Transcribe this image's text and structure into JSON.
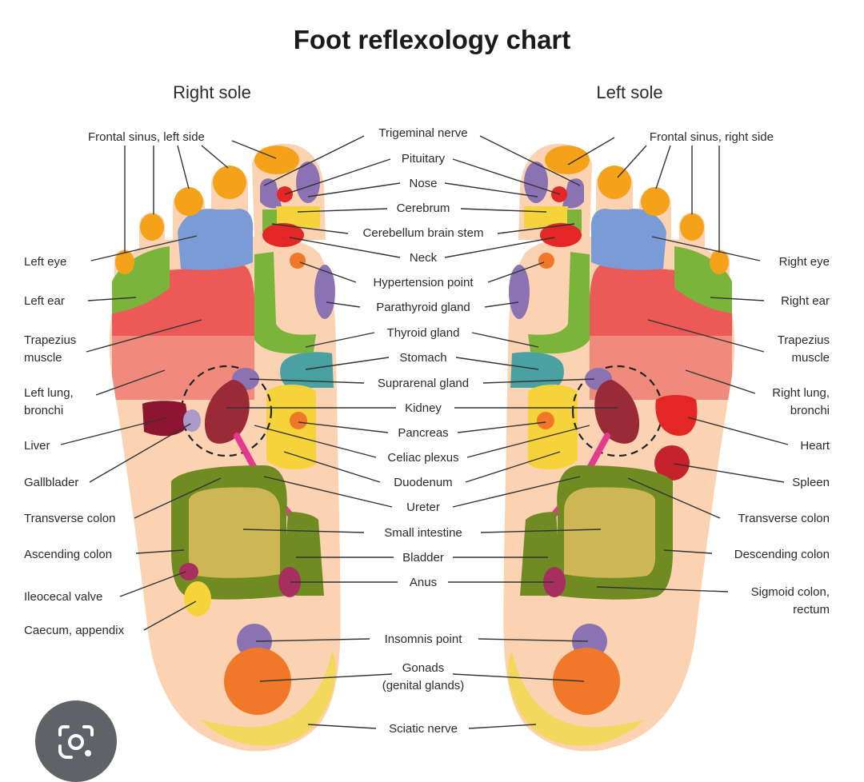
{
  "title": "Foot reflexology chart",
  "soles": {
    "right": "Right sole",
    "left": "Left sole"
  },
  "colors": {
    "skin": "#fbd3b3",
    "orange": "#f5a21b",
    "purple": "#8b73b3",
    "red": "#e32626",
    "deep_orange": "#f07828",
    "yellow": "#f6d33a",
    "green": "#7bb43b",
    "blue": "#7b9bd6",
    "salmon": "#f08a7c",
    "coral": "#ec5a57",
    "teal": "#4aa1a1",
    "maroon": "#9a2a35",
    "dark_red": "#8e1532",
    "olive": "#6f8b22",
    "khaki": "#cfb654",
    "magenta": "#e33a8f",
    "dark_magenta": "#a72f5d",
    "light_yellow": "#f2d85d",
    "lens_button": "#5f6368"
  },
  "labels": {
    "frontal_left": "Frontal sinus, left side",
    "frontal_right": "Frontal sinus, right side",
    "left_eye": "Left eye",
    "right_eye": "Right eye",
    "left_ear": "Left ear",
    "right_ear": "Right ear",
    "trapezius_l1": "Trapezius",
    "trapezius_l2": "muscle",
    "trapezius_r1": "Trapezius",
    "trapezius_r2": "muscle",
    "lung_l1": "Left lung,",
    "lung_l2": "bronchi",
    "lung_r1": "Right lung,",
    "lung_r2": "bronchi",
    "liver": "Liver",
    "heart": "Heart",
    "gallbladder": "Gallblader",
    "spleen": "Spleen",
    "transverse_l": "Transverse colon",
    "transverse_r": "Transverse colon",
    "ascending": "Ascending colon",
    "descending": "Descending colon",
    "ileocecal": "Ileocecal valve",
    "sigmoid1": "Sigmoid colon,",
    "sigmoid2": "rectum",
    "caecum": "Caecum, appendix",
    "trigeminal": "Trigeminal nerve",
    "pituitary": "Pituitary",
    "nose": "Nose",
    "cerebrum": "Cerebrum",
    "cerebellum": "Cerebellum brain stem",
    "neck": "Neck",
    "hypertension": "Hypertension point",
    "parathyroid": "Parathyroid gland",
    "thyroid": "Thyroid gland",
    "stomach": "Stomach",
    "suprarenal": "Suprarenal gland",
    "kidney": "Kidney",
    "pancreas": "Pancreas",
    "celiac": "Celiac plexus",
    "duodenum": "Duodenum",
    "ureter": "Ureter",
    "small_intestine": "Small intestine",
    "bladder": "Bladder",
    "anus": "Anus",
    "insomnis": "Insomnis point",
    "gonads1": "Gonads",
    "gonads2": "(genital glands)",
    "sciatic": "Sciatic nerve"
  },
  "lens_icon": "google-lens-icon"
}
